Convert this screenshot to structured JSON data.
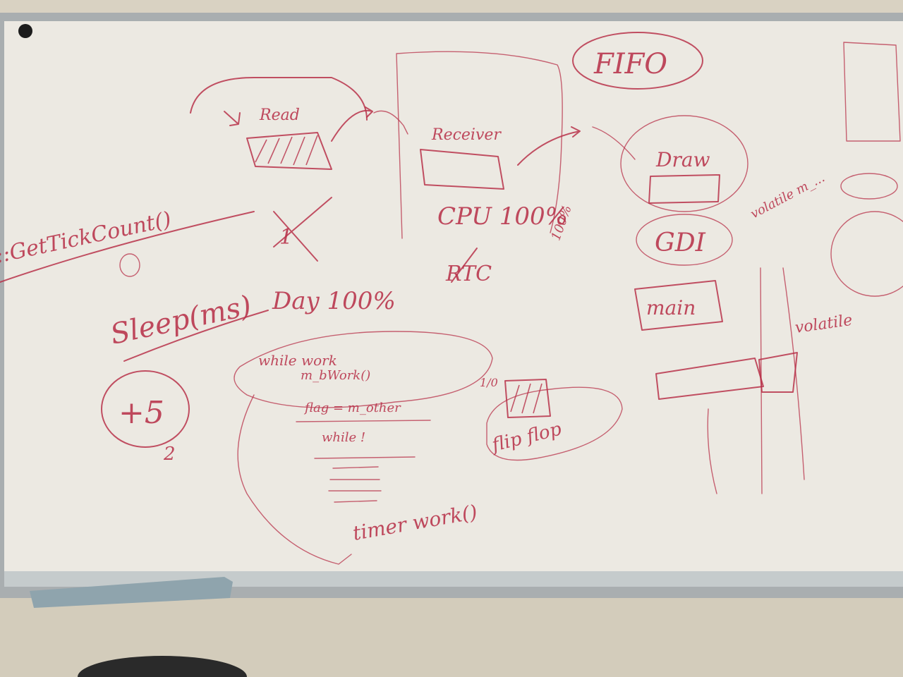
{
  "colors": {
    "board": "#ece9e2",
    "ink": "#b8324a",
    "frame": "#a9aeb0",
    "wall": "#d9d2c2",
    "tray": "#8fa4ad"
  },
  "board": {
    "labels": {
      "read": "Read",
      "receiver": "Receiver",
      "fifo": "FIFO",
      "draw": "Draw",
      "gdi": "GDI",
      "main": "main",
      "cpu": "CPU 100%",
      "cpu_small": "100%",
      "get_tick": "::GetTickCount()",
      "sleep": "Sleep(ms)",
      "day": "Day 100%",
      "rtc": "RTC",
      "volatile_top": "volatile m_...",
      "volatile_mid": "volatile",
      "flip_flop": "flip flop",
      "plus5": "+5",
      "while_work": "while work",
      "m_bwork": "m_bWork()",
      "flag_assign": "flag = m_other",
      "while_cond": "while !",
      "timer_work": "timer work()",
      "ratio": "1/0",
      "one": "1",
      "two": "2"
    }
  }
}
